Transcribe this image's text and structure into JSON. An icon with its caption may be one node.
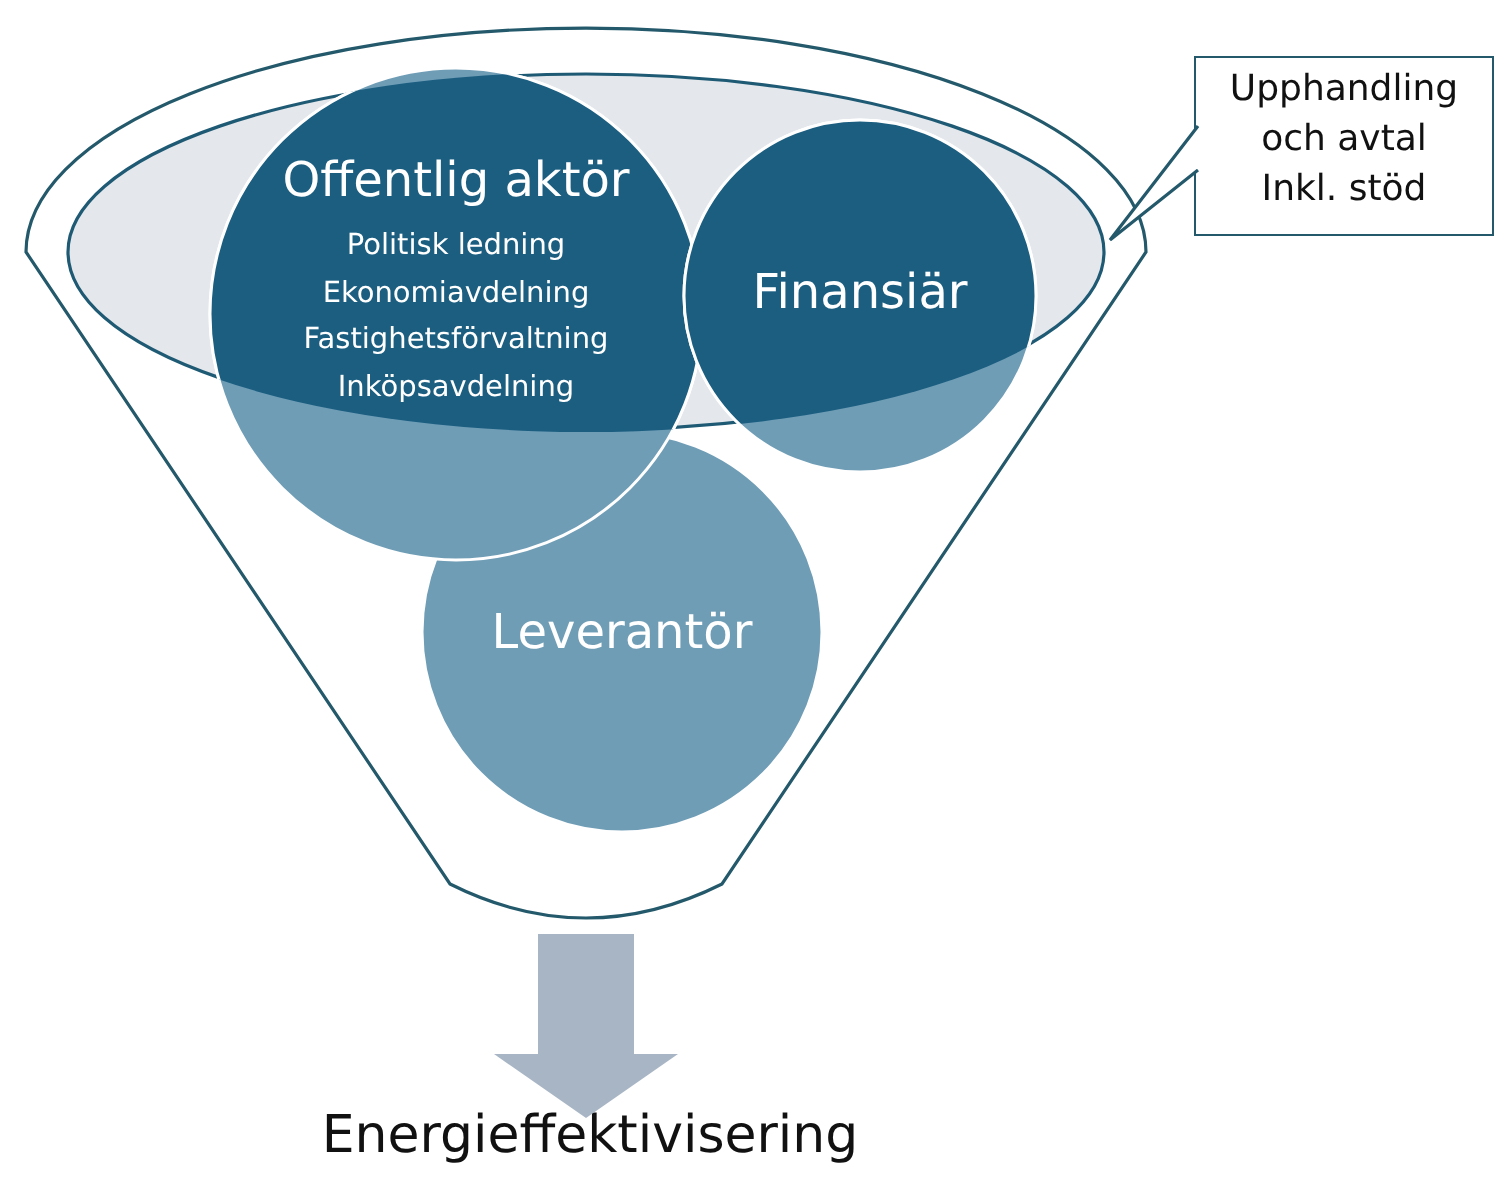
{
  "diagram": {
    "nodes": [
      {
        "text": [],
        "shape": "funnel"
      },
      {
        "text": [],
        "shape": "ellipse",
        "in": 0
      },
      {
        "text": [
          "Offentlig aktör",
          "Politisk ledning",
          "Ekonomiavdelning",
          "Fastighetsförvaltning",
          "Inköpsavdelning"
        ],
        "in": 0
      },
      {
        "text": [
          "Finansiär"
        ],
        "in": 0
      },
      {
        "text": [
          "Leverantör"
        ],
        "in": 0
      },
      {
        "text": [
          "Upphandling och avtal Inkl. stöd"
        ]
      },
      {
        "text": [
          "Energieffektivisering"
        ]
      }
    ],
    "edges": [
      {
        "from": 0,
        "to": 6,
        "arrow": "to",
        "style": "thick",
        "color": "#a8b5c4"
      },
      {
        "from": 5,
        "to": 1,
        "arrow": "none",
        "color": "#23596b"
      }
    ]
  }
}
